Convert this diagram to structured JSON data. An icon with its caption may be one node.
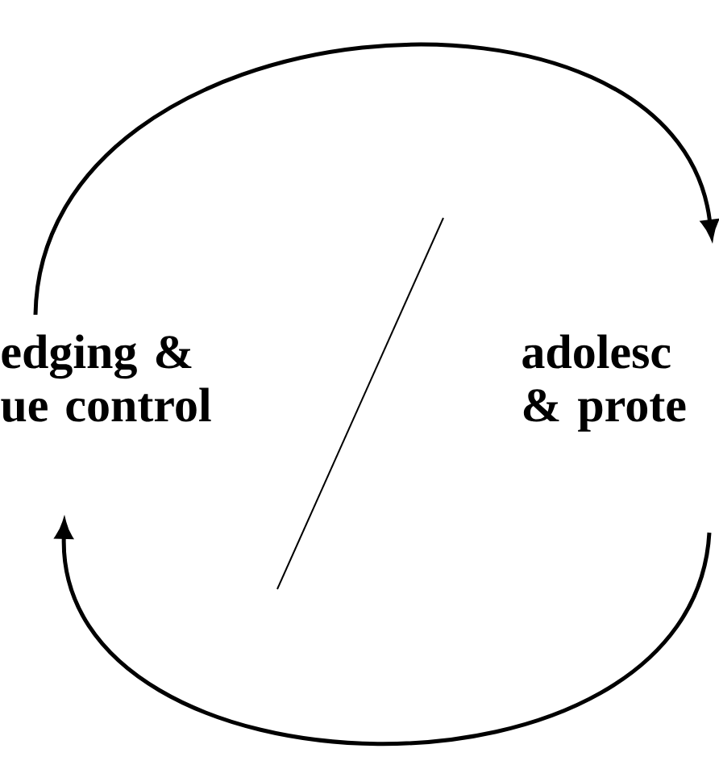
{
  "diagram": {
    "nodes": [
      {
        "text": [
          "edging & ue control"
        ]
      },
      {
        "text": [
          "adolesc & prote"
        ]
      }
    ],
    "edges": [
      {
        "from": 0,
        "to": 1,
        "arrow": "to"
      },
      {
        "from": 1,
        "to": 0,
        "arrow": "to"
      }
    ]
  }
}
